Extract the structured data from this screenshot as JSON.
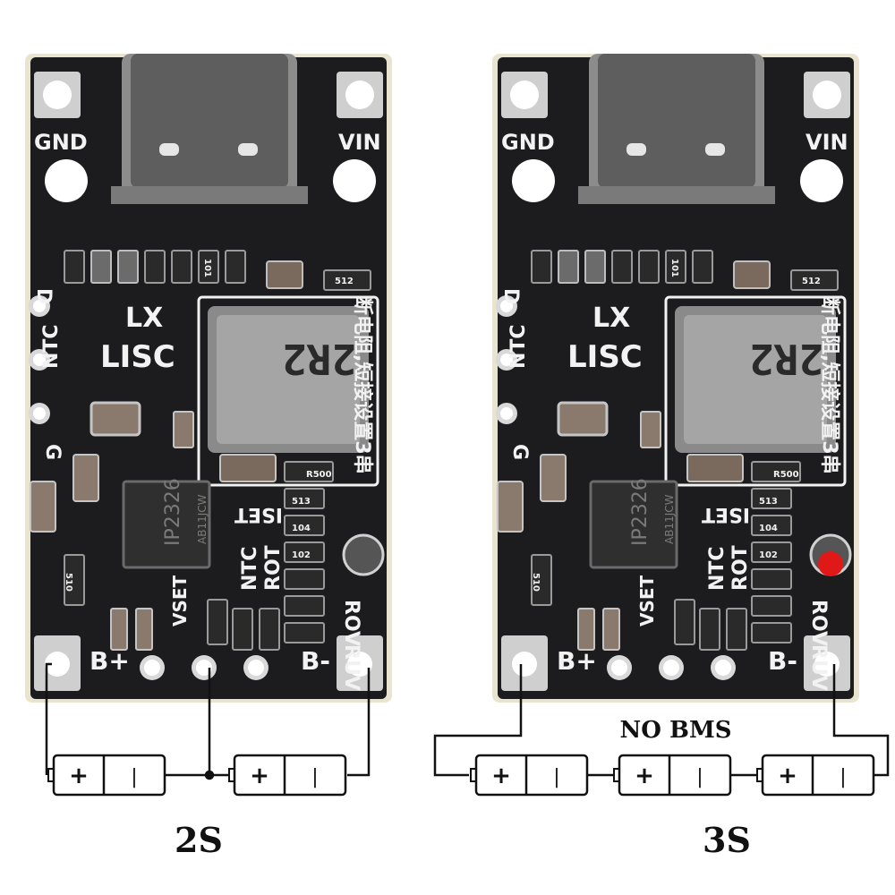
{
  "boards": [
    {
      "id": "left",
      "labels": {
        "gnd": "GND",
        "vin": "VIN",
        "d": "D",
        "ntc": "NTC",
        "g": "G",
        "lx": "LX",
        "lisc": "LISC",
        "chip": "IP2326",
        "chip_sub": "AB11JCW",
        "inductor": "2R2",
        "bplus": "B+",
        "bminus": "B-",
        "vset": "VSET",
        "ntc2": "NTC",
        "rot": "ROT",
        "iset": "ISET",
        "rov": "ROV",
        "ruv": "RUV",
        "cn_note": "断电阻,短接设置3串",
        "r500": "R500",
        "r513": "513",
        "r104": "104",
        "r102": "102",
        "r510": "510",
        "r512": "512",
        "r101": "101"
      }
    },
    {
      "id": "right",
      "labels": {
        "gnd": "GND",
        "vin": "VIN",
        "d": "D",
        "ntc": "NTC",
        "g": "G",
        "lx": "LX",
        "lisc": "LISC",
        "chip": "IP2326",
        "chip_sub": "AB11JCW",
        "inductor": "2R2",
        "bplus": "B+",
        "bminus": "B-",
        "vset": "VSET",
        "ntc2": "NTC",
        "rot": "ROT",
        "iset": "ISET",
        "rov": "ROV",
        "ruv": "RUV",
        "cn_note": "断电阻,短接设置3串",
        "r500": "R500",
        "r513": "513",
        "r104": "104",
        "r102": "102",
        "r510": "510",
        "r512": "512",
        "r101": "101"
      }
    }
  ],
  "battery_plus": "+",
  "battery_minus": "|",
  "captions": {
    "left": "2S",
    "right": "3S",
    "no_bms": "NO BMS"
  },
  "colors": {
    "pcb": "#1c1c1e",
    "silk": "#f2f2f2",
    "marker": "#e01818",
    "pad": "#d9d9d9"
  }
}
